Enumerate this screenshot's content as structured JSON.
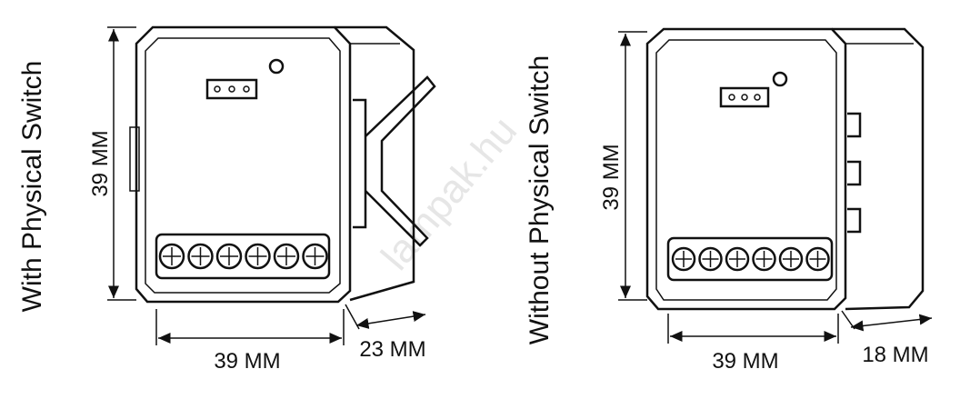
{
  "watermark": "lampak.hu",
  "left": {
    "title": "With Physical Switch",
    "height_label": "39 MM",
    "width_label": "39 MM",
    "depth_label": "23 MM"
  },
  "right": {
    "title": "Without Physical Switch",
    "height_label": "39 MM",
    "width_label": "39 MM",
    "depth_label": "18 MM"
  }
}
